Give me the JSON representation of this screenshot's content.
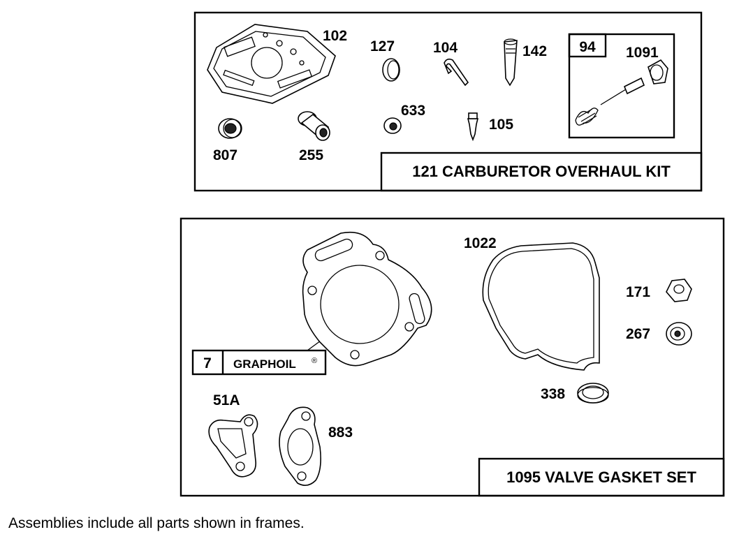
{
  "carburetor_kit": {
    "title": "121 CARBURETOR OVERHAUL KIT",
    "sub_kit_number": "94",
    "parts": {
      "p102": "102",
      "p127": "127",
      "p104": "104",
      "p142": "142",
      "p1091": "1091",
      "p807": "807",
      "p255": "255",
      "p633": "633",
      "p105": "105"
    }
  },
  "valve_gasket_set": {
    "title": "1095 VALVE GASKET SET",
    "graphoil_number": "7",
    "graphoil_label": "GRAPHOIL",
    "registered_mark": "®",
    "parts": {
      "p1022": "1022",
      "p171": "171",
      "p267": "267",
      "p338": "338",
      "p51a": "51A",
      "p883": "883"
    }
  },
  "footnote": "Assemblies include all parts shown in frames."
}
